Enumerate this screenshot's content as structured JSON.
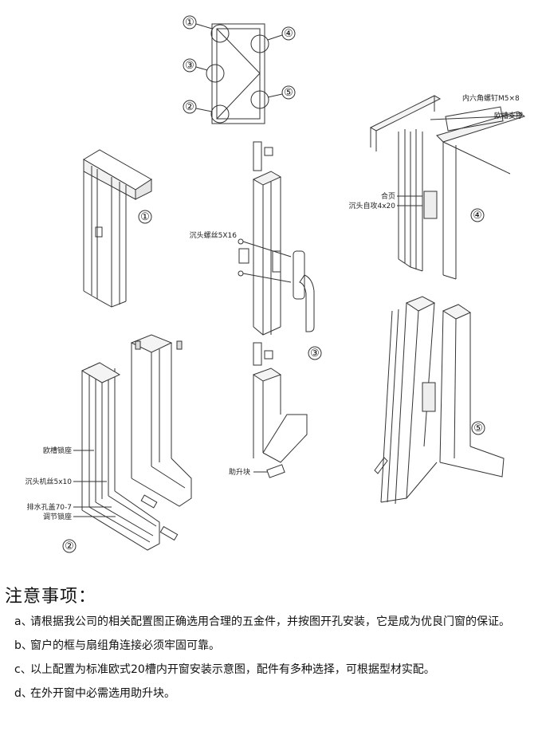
{
  "overview": {
    "markers": [
      "①",
      "②",
      "③",
      "④",
      "⑤"
    ]
  },
  "figures": {
    "f1": {
      "number": "①"
    },
    "f2": {
      "number": "②",
      "labels": [
        "欧槽锁座",
        "沉头机丝5x10",
        "排水孔盖70-7",
        "调节锁座"
      ]
    },
    "f3": {
      "number": "③",
      "labels": [
        "沉头螺丝5X16",
        "助升块"
      ]
    },
    "f4": {
      "number": "④",
      "labels": [
        "内六角螺钉M5×8",
        "欧槽支撑",
        "合页",
        "沉头自攻4x20"
      ]
    },
    "f5": {
      "number": "⑤"
    }
  },
  "notes": {
    "title": "注意事项：",
    "items": [
      {
        "key": "a、",
        "text": "请根据我公司的相关配置图正确选用合理的五金件，并按图开孔安装，它是成为优良门窗的保证。"
      },
      {
        "key": "b、",
        "text": "窗户的框与扇组角连接必须牢固可靠。"
      },
      {
        "key": "c、",
        "text": "以上配置为标准欧式20槽内开窗安装示意图，配件有多种选择，可根据型材实配。"
      },
      {
        "key": "d、",
        "text": "在外开窗中必需选用助升块。"
      }
    ]
  }
}
